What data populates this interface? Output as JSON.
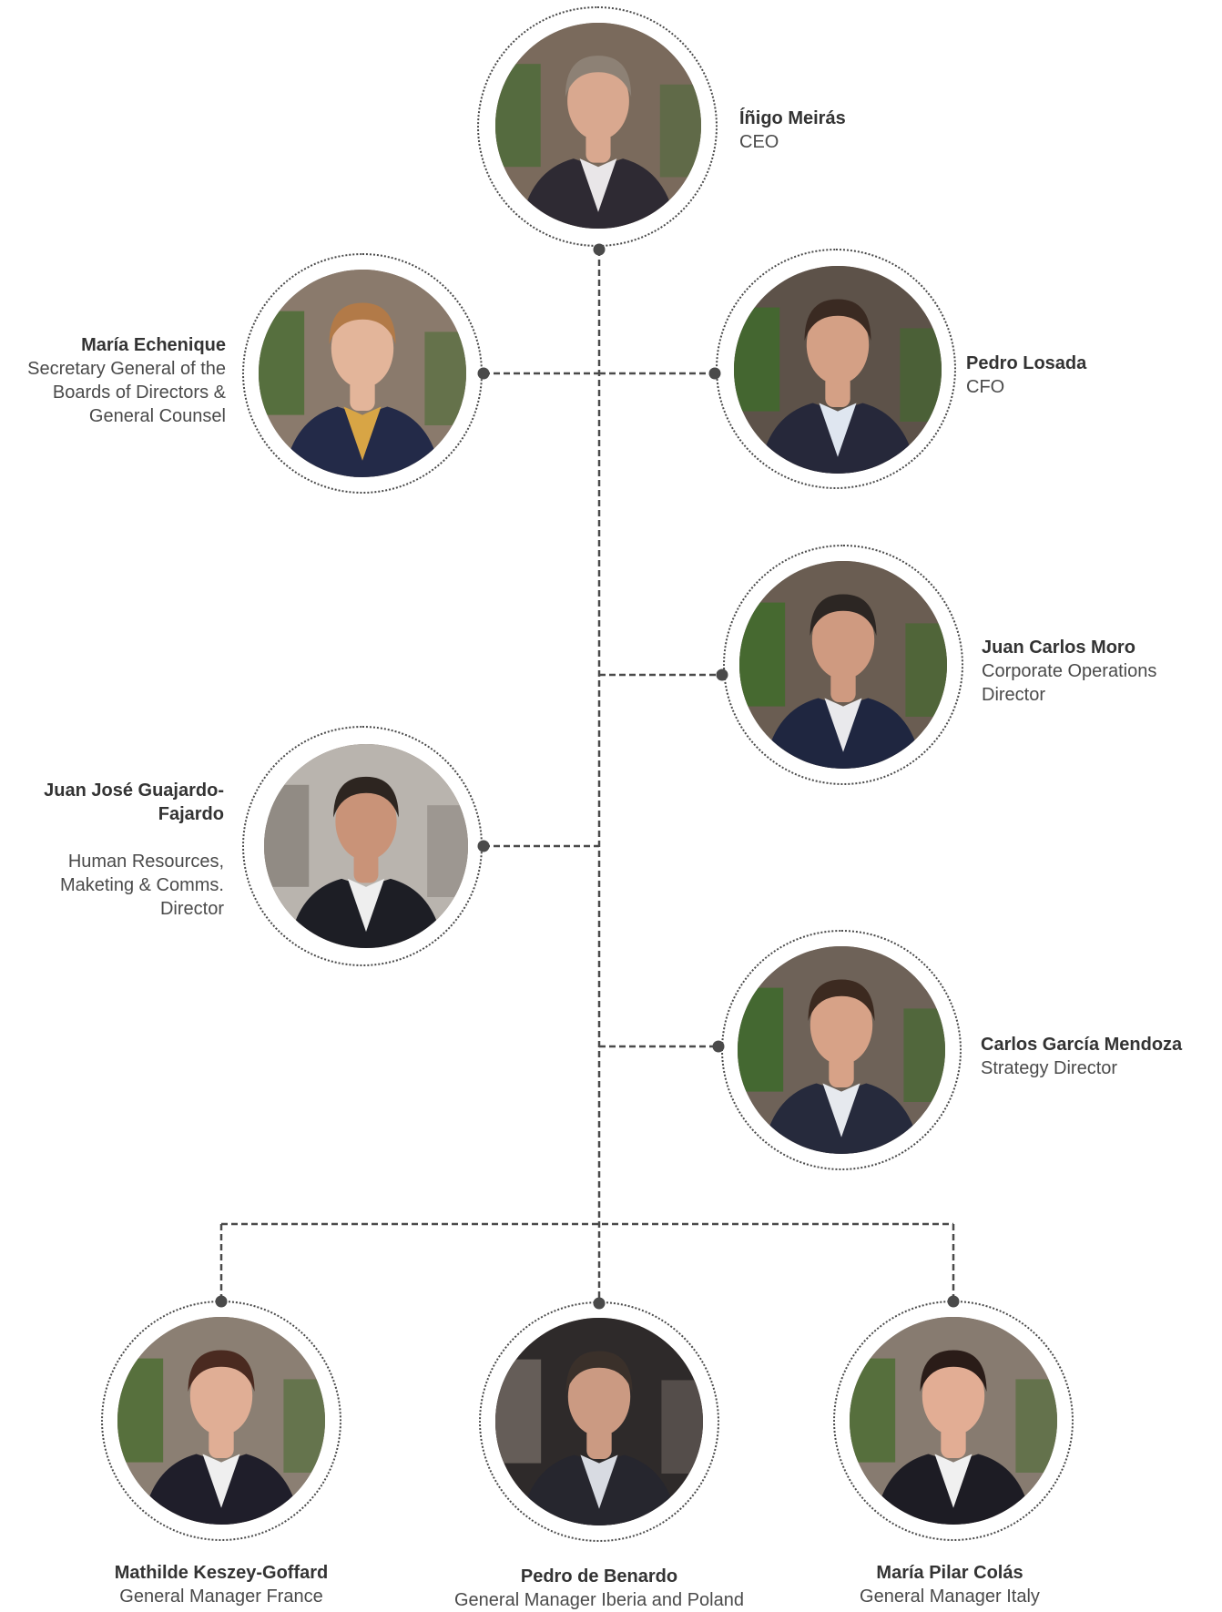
{
  "colors": {
    "line": "#4a4a4a",
    "background": "#ffffff",
    "text": "#3c3c3c"
  },
  "people": [
    {
      "id": "inigo",
      "name": "Íñigo Meirás",
      "role": "CEO",
      "photo": {
        "bg": "#7a6a5c",
        "foliage": "#4f6b3a",
        "skin": "#d9a88f",
        "hair": "#8d8175",
        "jacket": "#2e2a33",
        "shirt": "#e9e6e8"
      }
    },
    {
      "id": "maria-e",
      "name": "María Echenique",
      "role": "Secretary General of the\nBoards of Directors &\nGeneral Counsel",
      "photo": {
        "bg": "#8a7a6c",
        "foliage": "#4c6d36",
        "skin": "#e3b59a",
        "hair": "#b27a48",
        "jacket": "#232a48",
        "shirt": "#d8a545"
      }
    },
    {
      "id": "pedro-l",
      "name": "Pedro Losada",
      "role": "CFO",
      "photo": {
        "bg": "#5d5249",
        "foliage": "#3f6a2c",
        "skin": "#d4a085",
        "hair": "#3a2a22",
        "jacket": "#26283a",
        "shirt": "#dfe6f0"
      }
    },
    {
      "id": "juan-cm",
      "name": "Juan Carlos Moro",
      "role": "Corporate Operations\nDirector",
      "photo": {
        "bg": "#6a5d52",
        "foliage": "#3f6b2a",
        "skin": "#cf9a80",
        "hair": "#2c2623",
        "jacket": "#1f2640",
        "shirt": "#e9e9ec"
      }
    },
    {
      "id": "juan-jg",
      "name": "Juan José Guajardo-\nFajardo",
      "role": "Human Resources,\nMaketing & Comms.\nDirector",
      "photo": {
        "bg": "#b9b4ae",
        "foliage": "#8a847d",
        "skin": "#c99378",
        "hair": "#2d2520",
        "jacket": "#1d1e25",
        "shirt": "#eeeeee"
      }
    },
    {
      "id": "carlos",
      "name": "Carlos García Mendoza",
      "role": "Strategy Director",
      "photo": {
        "bg": "#6e6258",
        "foliage": "#3d6a2a",
        "skin": "#d7a287",
        "hair": "#3c2a20",
        "jacket": "#262a3c",
        "shirt": "#e6e9ee"
      }
    },
    {
      "id": "mathilde",
      "name": "Mathilde Keszey-Goffard",
      "role": "General Manager France",
      "photo": {
        "bg": "#8b7f73",
        "foliage": "#4d6d34",
        "skin": "#e0ae95",
        "hair": "#4a2a20",
        "jacket": "#1f1e2a",
        "shirt": "#efefef"
      }
    },
    {
      "id": "pedro-b",
      "name": "Pedro de Benardo",
      "role": "General Manager Iberia and Poland",
      "photo": {
        "bg": "#2e2a2a",
        "foliage": "#6e6660",
        "skin": "#cb9a82",
        "hair": "#3a302a",
        "jacket": "#26262e",
        "shirt": "#d8dbe2"
      }
    },
    {
      "id": "maria-pc",
      "name": "María Pilar Colás",
      "role": "General Manager Italy",
      "photo": {
        "bg": "#877b70",
        "foliage": "#4d6d34",
        "skin": "#e2ad94",
        "hair": "#2a1c18",
        "jacket": "#1d1c24",
        "shirt": "#f0f0f0"
      }
    }
  ]
}
